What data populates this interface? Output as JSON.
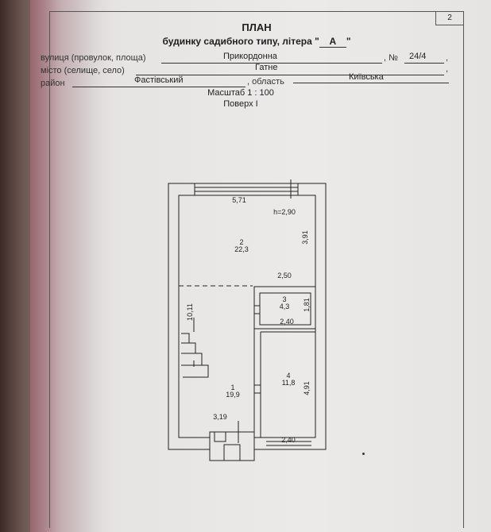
{
  "page_number": "2",
  "title": "ПЛАН",
  "subtitle_prefix": "будинку садибного типу, літера \"",
  "letter": "А",
  "subtitle_suffix": "\"",
  "street": {
    "label": "вулиця (провулок, площа)",
    "value": "Прикордонна",
    "number_label": ", №",
    "number": "24/4",
    "end": ","
  },
  "city": {
    "label": "місто (селище, село)",
    "value": "Гатне",
    "end": ","
  },
  "district": {
    "label": "район",
    "value": "Фастівський",
    "oblast_label": ", область",
    "oblast": "Київська"
  },
  "scale": "Масштаб 1 : 100",
  "floor": "Поверх І",
  "plan": {
    "rooms": [
      {
        "number": "2",
        "area": "22,3"
      },
      {
        "number": "3",
        "area": "4,3"
      },
      {
        "number": "1",
        "area": "19,9"
      },
      {
        "number": "4",
        "area": "11,8"
      }
    ],
    "dimensions": {
      "top_width": "5,71",
      "height": "h=2,90",
      "room2_depth": "3,91",
      "corridor_width": "2,50",
      "room3_depth": "1,81",
      "room3_width": "2,40",
      "total_length": "10,11",
      "room4_depth": "4,91",
      "room1_width": "3,19",
      "room4_width": "2,40"
    }
  }
}
